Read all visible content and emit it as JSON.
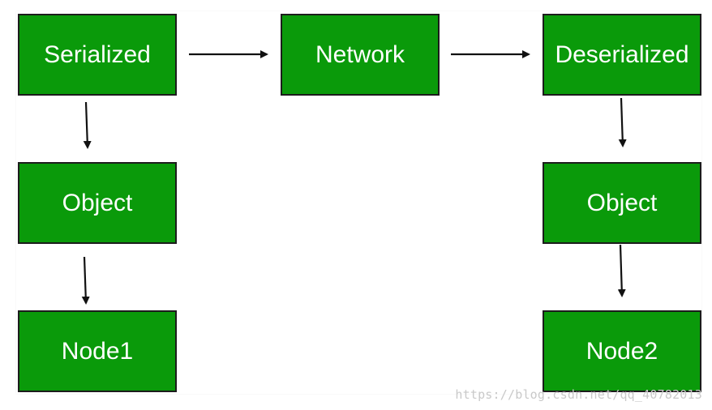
{
  "diagram": {
    "nodes": {
      "serialized": "Serialized",
      "network": "Network",
      "deserialized": "Deserialized",
      "object_left": "Object",
      "object_right": "Object",
      "node1": "Node1",
      "node2": "Node2"
    },
    "edges": [
      {
        "from": "serialized",
        "to": "network"
      },
      {
        "from": "network",
        "to": "deserialized"
      },
      {
        "from": "serialized",
        "to": "object_left"
      },
      {
        "from": "object_left",
        "to": "node1"
      },
      {
        "from": "deserialized",
        "to": "object_right"
      },
      {
        "from": "object_right",
        "to": "node2"
      }
    ]
  },
  "colors": {
    "node_fill": "#0a9a0a",
    "node_border": "#1c1c1c",
    "node_text": "#ffffff",
    "arrow": "#111111"
  },
  "watermark": "https://blog.csdn.net/qq_40782013"
}
